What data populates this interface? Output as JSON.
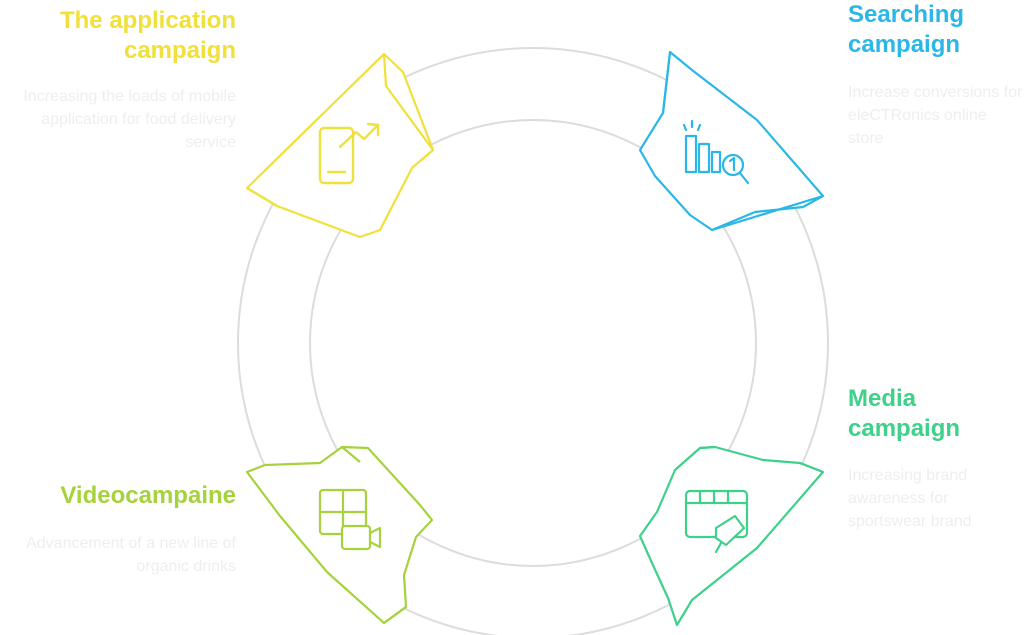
{
  "segments": [
    {
      "id": "app",
      "title": "The application campaign",
      "description": "Increasing the loads of mobile application for food delivery service",
      "color": "#f0e13a",
      "icon": "mobile-growth-icon"
    },
    {
      "id": "search",
      "title": "Searching campaign",
      "description": "Increase conversions for eleCTRonics online store",
      "color": "#2ab7e8",
      "icon": "search-ranking-icon"
    },
    {
      "id": "media",
      "title": "Media campaign",
      "description": "Increasing brand awareness for sportswear brand",
      "color": "#3dd18a",
      "icon": "media-megaphone-icon"
    },
    {
      "id": "video",
      "title": "Videocampaine",
      "description": "Advancement of a new line of organic drinks",
      "color": "#a6d23c",
      "icon": "video-camera-icon"
    }
  ]
}
